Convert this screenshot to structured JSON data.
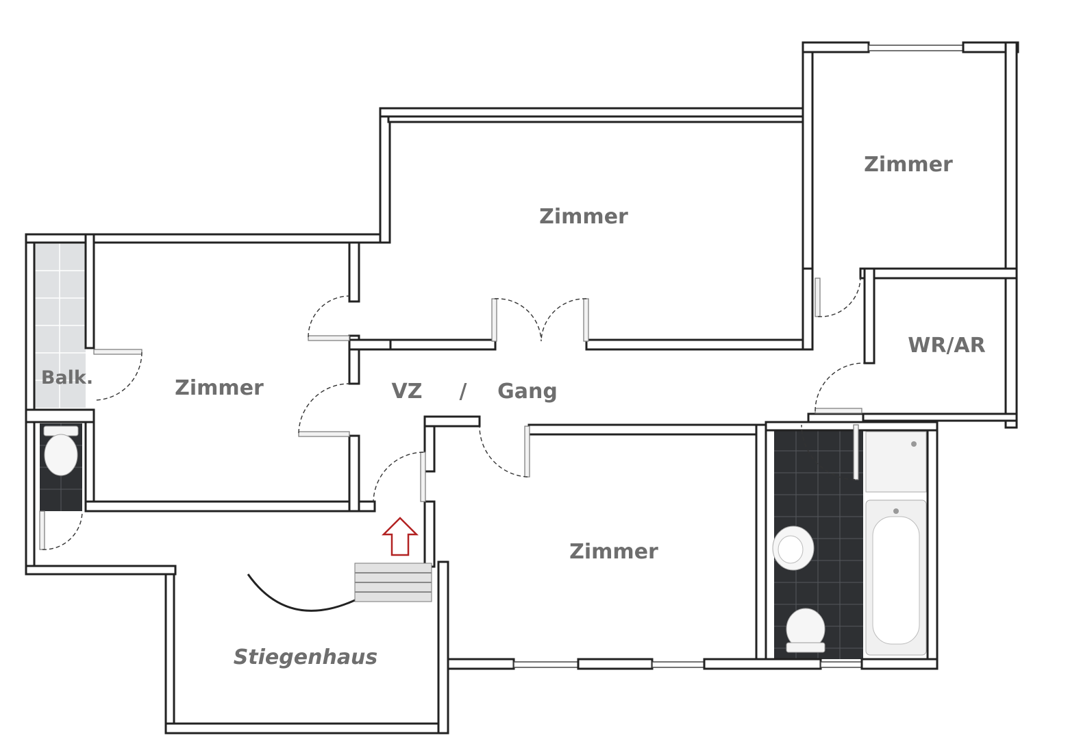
{
  "rooms": {
    "zimmer_top_center": "Zimmer",
    "zimmer_top_right": "Zimmer",
    "zimmer_left": "Zimmer",
    "zimmer_bottom": "Zimmer",
    "wr_ar": "WR/AR",
    "balkon": "Balk.",
    "vz": "VZ",
    "separator": "/",
    "gang": "Gang",
    "stiegenhaus": "Stiegenhaus"
  },
  "colors": {
    "label": "#6e6e6e",
    "entrance_arrow": "#b22222",
    "bathroom_tiles": "#2e3033",
    "balcony_tiles": "#dfe1e3"
  },
  "icons": {
    "entrance": "entrance-arrow-icon",
    "toilet": "toilet-icon",
    "sink": "sink-icon",
    "bathtub": "bathtub-icon",
    "shower": "shower-tray-icon",
    "stairs": "stairs-icon"
  }
}
